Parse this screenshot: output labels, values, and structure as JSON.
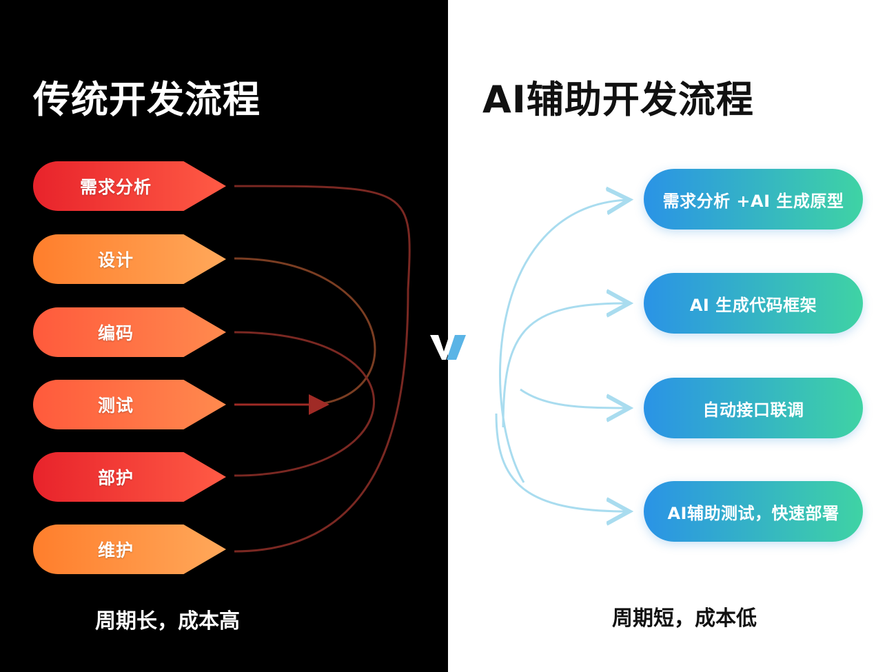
{
  "left": {
    "title": "传统开发流程",
    "steps": [
      "需求分析",
      "设计",
      "编码",
      "测试",
      "部护",
      "维护"
    ],
    "footer": "周期长，成本高"
  },
  "right": {
    "title": "AI辅助开发流程",
    "steps": [
      "需求分析 +AI 生成原型",
      "AI 生成代码框架",
      "自动接口联调",
      "AI辅助测试，快速部署"
    ],
    "footer": "周期短，成本低"
  },
  "colors": {
    "left_bg": "#000000",
    "right_bg": "#ffffff",
    "traditional_line": "#8b2a24",
    "ai_line": "#a9dcef",
    "ai_pill_start": "#2a93e6",
    "ai_pill_end": "#3fd3a4"
  }
}
